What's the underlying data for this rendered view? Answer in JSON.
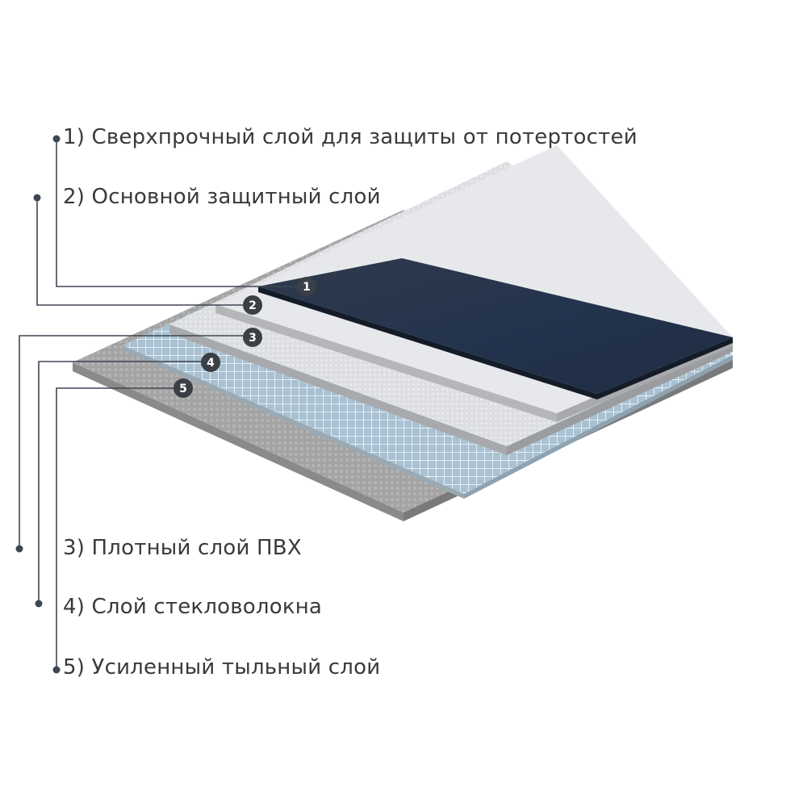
{
  "labels": [
    "1) Сверхпрочный слой для защиты от потертостей",
    "2) Основной защитный слой",
    "3) Плотный слой ПВХ",
    "4) Слой стекловолокна",
    "5) Усиленный тыльный слой"
  ],
  "badges": [
    "1",
    "2",
    "3",
    "4",
    "5"
  ],
  "colors": {
    "top_layer": "#26344a",
    "protective_layer": "#e6e8ec",
    "pvc_layer": "#dcdee2",
    "fiberglass_layer": "#a9c1d2",
    "backing_layer": "#a3a3a3",
    "edge": "#7d7d7d",
    "leader": "#3f4653",
    "text": "#3a3a3a"
  }
}
